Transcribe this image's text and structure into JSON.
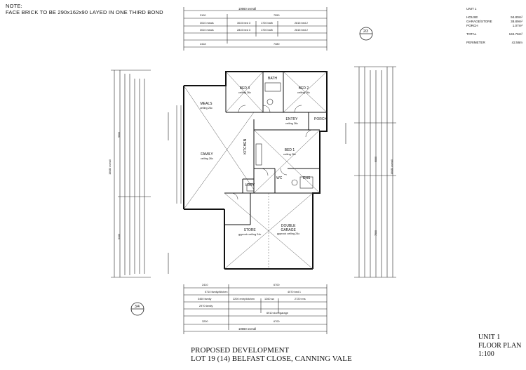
{
  "note": {
    "line1": "NOTE:",
    "line2": "FACE BRICK TO BE 290x162x90 LAYED IN ONE THIRD BOND"
  },
  "area_schedule": {
    "heading": "UNIT 1",
    "rows": [
      {
        "label": "HOUSE",
        "value": "94.80m²"
      },
      {
        "label": "GARAGE/STORE",
        "value": "38.89m²"
      },
      {
        "label": "PORCH",
        "value": "1.07m²"
      }
    ],
    "total_label": "TOTAL",
    "total_value": "134.76m²",
    "perimeter_label": "PERIMETER",
    "perimeter_value": "42.56m"
  },
  "title": {
    "line1": "PROPOSED DEVELOPMENT",
    "line2": "LOT 19 (14) BELFAST CLOSE, CANNING VALE"
  },
  "unit_block": {
    "line1": "UNIT 1",
    "line2": "FLOOR PLAN",
    "line3": "1:100"
  },
  "rooms": {
    "bed3": "BED 3",
    "bath": "BATH",
    "bed2": "BED 2",
    "meals": "MEALS",
    "entry": "ENTRY",
    "porch": "PORCH",
    "family": "FAMILY",
    "kitchen": "KITCHEN",
    "bed1": "BED 1",
    "ldry": "LDRY",
    "wc": "WC",
    "ens": "ENS",
    "store": "STORE",
    "garage_line1": "DOUBLE",
    "garage_line2": "GARAGE",
    "ceiling": "ceiling 26c",
    "garage_ceiling": "gyprock ceiling 24c",
    "store_ceiling": "gyprock ceiling 24c"
  },
  "markers": {
    "top_right": "2/3",
    "bottom_left": "3/4"
  },
  "dimensions": {
    "top_overall": "10660 overall",
    "top_left": "3100",
    "top_right": "7550",
    "top_row2": [
      "3010 meals",
      "3015 bed 3",
      "1720 bath",
      "2815 bed 2"
    ],
    "top_row3": [
      "3010 meals",
      "2815 bed 3",
      "1720 bath",
      "2815 bed 2"
    ],
    "top_row4": [
      "2418",
      "7380"
    ],
    "bottom_row1": [
      "2410",
      "6700"
    ],
    "bottom_row2": [
      "5710 family/kitchen",
      "4070 bed 1"
    ],
    "bottom_row3": [
      "3460 family",
      "2200 entry/kitchen",
      "1260 wc",
      "2720 ens"
    ],
    "bottom_row4": [
      "2970 family",
      "6910 store/garage"
    ],
    "bottom_row5": [
      "3200",
      "6700"
    ],
    "bottom_overall": "10660 overall",
    "left_overall": "16680 overall",
    "left_main": "9500",
    "left_lower": "5100",
    "right_overall": "16680 overall",
    "right_main": "9000",
    "right_lower": "7500"
  }
}
